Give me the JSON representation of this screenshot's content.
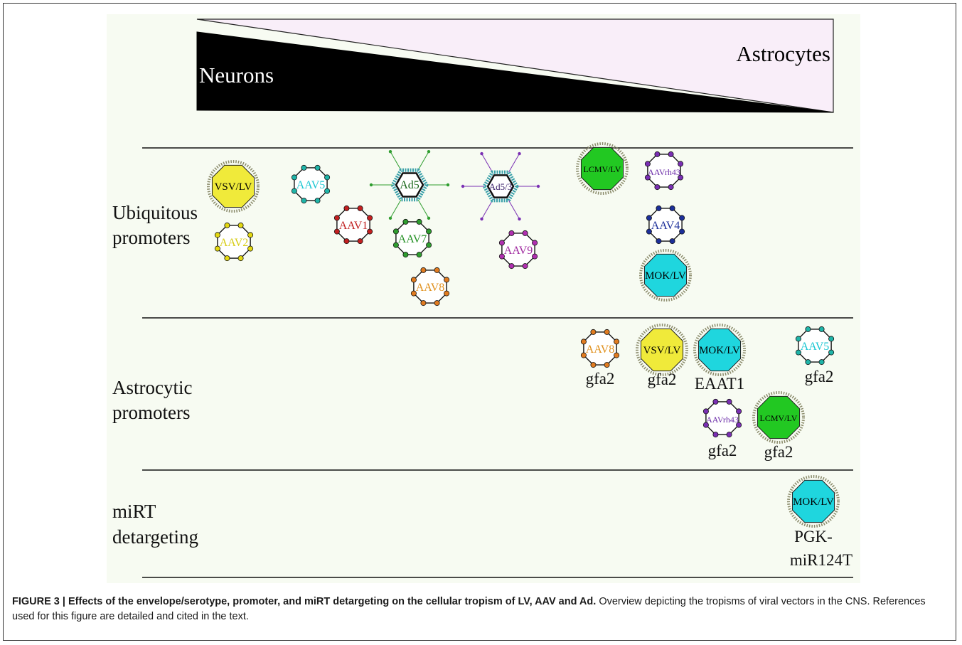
{
  "gradient": {
    "left_label": "Neurons",
    "right_label": "Astrocytes",
    "colors": {
      "neurons": "#000000",
      "astrocytes": "#f9eef9"
    }
  },
  "sections": [
    {
      "id": "ubiquitous",
      "label_lines": [
        "Ubiquitous",
        "promoters"
      ],
      "vectors": [
        {
          "name": "VSV/LV",
          "kind": "envelope",
          "fill": "#f0ea3a",
          "text_color": "#000000",
          "caption": ""
        },
        {
          "name": "AAV2",
          "kind": "capsid",
          "dot": "#e3d812",
          "text_color": "#d7cc14",
          "caption": ""
        },
        {
          "name": "AAV5",
          "kind": "capsid",
          "dot": "#1fb4a8",
          "text_color": "#19c6d2",
          "caption": ""
        },
        {
          "name": "AAV1",
          "kind": "capsid",
          "dot": "#c22020",
          "text_color": "#c02020",
          "caption": ""
        },
        {
          "name": "Ad5",
          "kind": "adeno",
          "dot": "#2f9d2f",
          "text_color": "#146414",
          "caption": ""
        },
        {
          "name": "AAV7",
          "kind": "capsid",
          "dot": "#2f9d2f",
          "text_color": "#249024",
          "caption": ""
        },
        {
          "name": "AAV8",
          "kind": "capsid",
          "dot": "#e07b20",
          "text_color": "#e0901c",
          "caption": ""
        },
        {
          "name": "Ad5/3",
          "kind": "adeno",
          "dot": "#7a2fb3",
          "text_color": "#3a1f6a",
          "caption": ""
        },
        {
          "name": "AAV9",
          "kind": "capsid",
          "dot": "#b02fb0",
          "text_color": "#a02aa0",
          "caption": ""
        },
        {
          "name": "LCMV/LV",
          "kind": "envelope",
          "fill": "#22c822",
          "text_color": "#000000",
          "caption": ""
        },
        {
          "name": "AAVrh43",
          "kind": "capsid",
          "dot": "#7a2fb3",
          "text_color": "#6a2aa8",
          "caption": ""
        },
        {
          "name": "AAV4",
          "kind": "capsid",
          "dot": "#1c2f9a",
          "text_color": "#1c2f9a",
          "caption": ""
        },
        {
          "name": "MOK/LV",
          "kind": "envelope",
          "fill": "#1fd6de",
          "text_color": "#000000",
          "caption": ""
        }
      ]
    },
    {
      "id": "astrocytic",
      "label_lines": [
        "Astrocytic",
        "promoters"
      ],
      "vectors": [
        {
          "name": "AAV8",
          "kind": "capsid",
          "dot": "#e07b20",
          "text_color": "#e0901c",
          "caption": "gfa2"
        },
        {
          "name": "VSV/LV",
          "kind": "envelope",
          "fill": "#f0ea3a",
          "text_color": "#000000",
          "caption": "gfa2"
        },
        {
          "name": "MOK/LV",
          "kind": "envelope",
          "fill": "#1fd6de",
          "text_color": "#000000",
          "caption": "EAAT1"
        },
        {
          "name": "AAV5",
          "kind": "capsid",
          "dot": "#1fb4a8",
          "text_color": "#19c6d2",
          "caption": "gfa2"
        },
        {
          "name": "AAVrh43",
          "kind": "capsid",
          "dot": "#7a2fb3",
          "text_color": "#6a2aa8",
          "caption": "gfa2"
        },
        {
          "name": "LCMV/LV",
          "kind": "envelope",
          "fill": "#22c822",
          "text_color": "#000000",
          "caption": "gfa2"
        }
      ]
    },
    {
      "id": "mirt",
      "label_lines": [
        "miRT",
        "detargeting"
      ],
      "vectors": [
        {
          "name": "MOK/LV",
          "kind": "envelope",
          "fill": "#1fd6de",
          "text_color": "#000000",
          "caption": "PGK-",
          "caption2": "miR124T"
        }
      ]
    }
  ],
  "caption": {
    "bold": "FIGURE 3 | Effects of the envelope/serotype, promoter, and miRT detargeting on the cellular tropism of LV, AAV and Ad.",
    "normal": " Overview depicting the tropisms of viral vectors in the CNS. References used for this figure are detailed and cited in the text."
  }
}
